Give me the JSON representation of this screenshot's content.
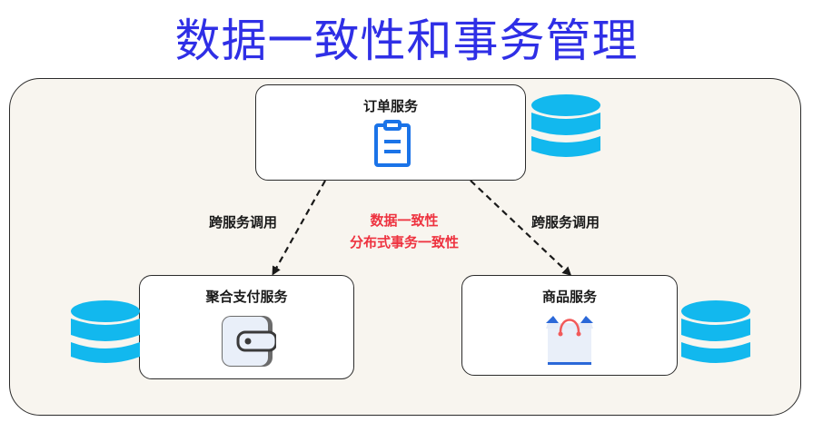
{
  "title": "数据一致性和事务管理",
  "nodes": {
    "order": {
      "label": "订单服务",
      "icon": "clipboard-icon"
    },
    "payment": {
      "label": "聚合支付服务",
      "icon": "wallet-icon"
    },
    "product": {
      "label": "商品服务",
      "icon": "shopping-bag-icon"
    }
  },
  "edges": {
    "left": {
      "label": "跨服务调用"
    },
    "right": {
      "label": "跨服务调用"
    }
  },
  "center_note": {
    "line1": "数据一致性",
    "line2": "分布式事务一致性"
  },
  "colors": {
    "title": "#2f2fe6",
    "database": "#12b8ee",
    "note": "#ee3340",
    "clipboard": "#1a73e8"
  }
}
